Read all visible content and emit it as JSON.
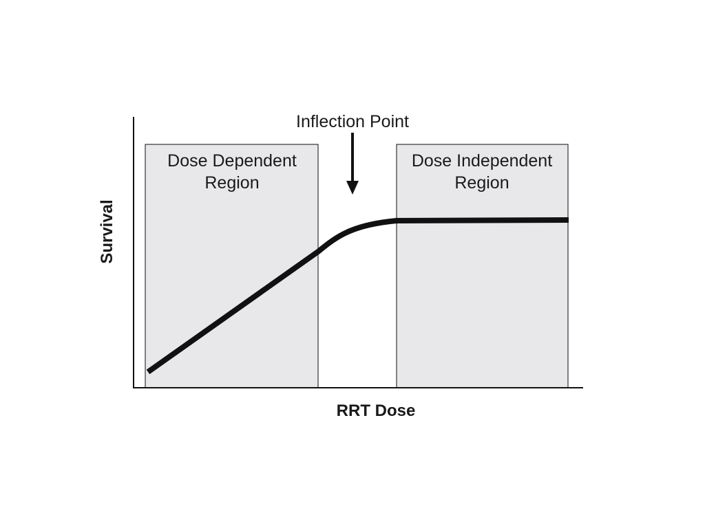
{
  "diagram": {
    "regions": [
      {
        "line1": "Dose Dependent",
        "line2": "Region"
      },
      {
        "line1": "Dose Independent",
        "line2": "Region"
      }
    ],
    "annotation": "Inflection Point",
    "xlabel": "RRT Dose",
    "ylabel": "Survival",
    "colors": {
      "region_fill": "#e8e8ea",
      "line": "#111111"
    }
  }
}
